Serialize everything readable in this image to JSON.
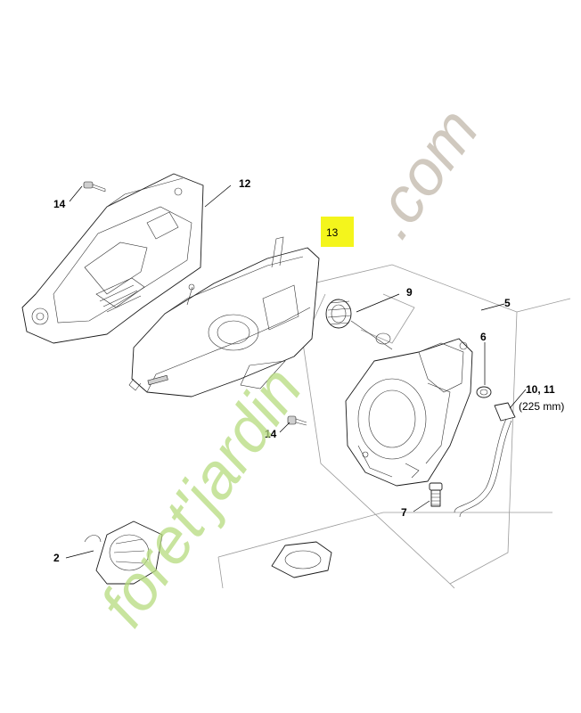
{
  "parts": [
    {
      "id": "p14a",
      "number": "14"
    },
    {
      "id": "p12",
      "number": "12"
    },
    {
      "id": "p13",
      "number": "13",
      "highlighted": true
    },
    {
      "id": "p9",
      "number": "9"
    },
    {
      "id": "p5",
      "number": "5"
    },
    {
      "id": "p6",
      "number": "6"
    },
    {
      "id": "p10_11",
      "number": "10, 11",
      "note": "(225 mm)"
    },
    {
      "id": "p14b",
      "number": "14"
    },
    {
      "id": "p7",
      "number": "7"
    },
    {
      "id": "p2",
      "number": "2"
    }
  ],
  "watermark": {
    "main": "foret'jardin",
    "suffix": ".com",
    "main_color": "#b6dc7e",
    "suffix_color": "#c5bcb0"
  },
  "highlight_color": "#f4f51c"
}
